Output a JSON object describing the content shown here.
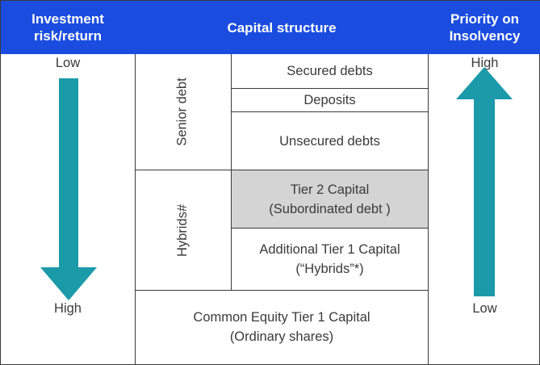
{
  "header": {
    "left_line1": "Investment",
    "left_line2": "risk/return",
    "middle": "Capital structure",
    "right_line1": "Priority on",
    "right_line2": "Insolvency"
  },
  "left_column": {
    "top_label": "Low",
    "bottom_label": "High",
    "arrow_direction": "down",
    "arrow_color": "#1b9aaa"
  },
  "right_column": {
    "top_label": "High",
    "bottom_label": "Low",
    "arrow_direction": "up",
    "arrow_color": "#1b9aaa"
  },
  "groups": {
    "senior": "Senior debt",
    "hybrids": "Hybrids#"
  },
  "rows": {
    "secured": "Secured debts",
    "deposits": "Deposits",
    "unsecured": "Unsecured debts",
    "tier2_line1": "Tier 2 Capital",
    "tier2_line2": "(Subordinated debt )",
    "at1_line1": "Additional Tier 1 Capital",
    "at1_line2": "(“Hybrids”*)",
    "cet1_line1": "Common Equity Tier 1 Capital",
    "cet1_line2": "(Ordinary shares)"
  },
  "colors": {
    "header_bg": "#1a4ce0",
    "shaded_cell": "#d4d4d4",
    "border": "#3a3a3a"
  }
}
